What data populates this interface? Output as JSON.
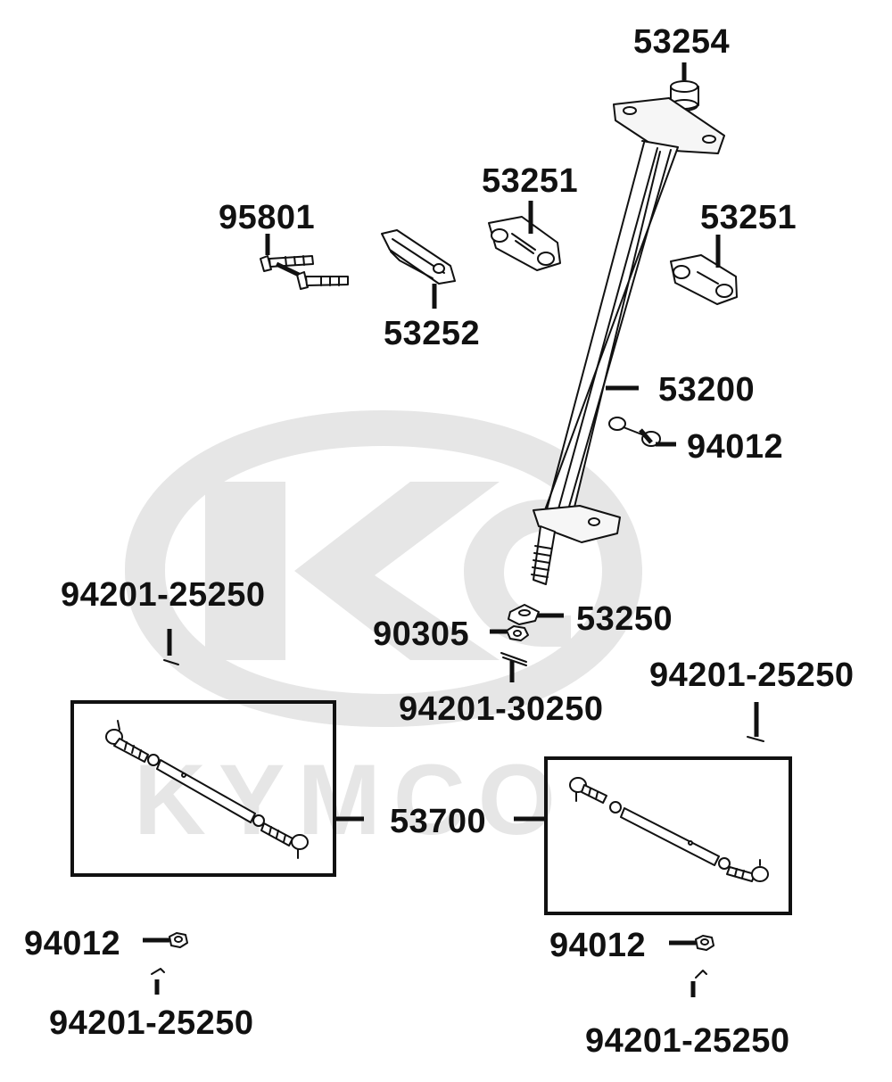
{
  "watermark": {
    "brand": "KYMCO"
  },
  "colors": {
    "ink": "#111111",
    "watermark": "#e4e4e4",
    "background": "#ffffff"
  },
  "labels": {
    "p53254": "53254",
    "p53251_left": "53251",
    "p53251_right": "53251",
    "p95801": "95801",
    "p53252": "53252",
    "p53200": "53200",
    "p94012_shaft": "94012",
    "p94201_25250_top_left": "94201-25250",
    "p53250": "53250",
    "p90305": "90305",
    "p94201_30250": "94201-30250",
    "p94201_25250_top_right": "94201-25250",
    "p53700": "53700",
    "p94012_left": "94012",
    "p94201_25250_bottom_left": "94201-25250",
    "p94012_right": "94012",
    "p94201_25250_bottom_right": "94201-25250"
  }
}
